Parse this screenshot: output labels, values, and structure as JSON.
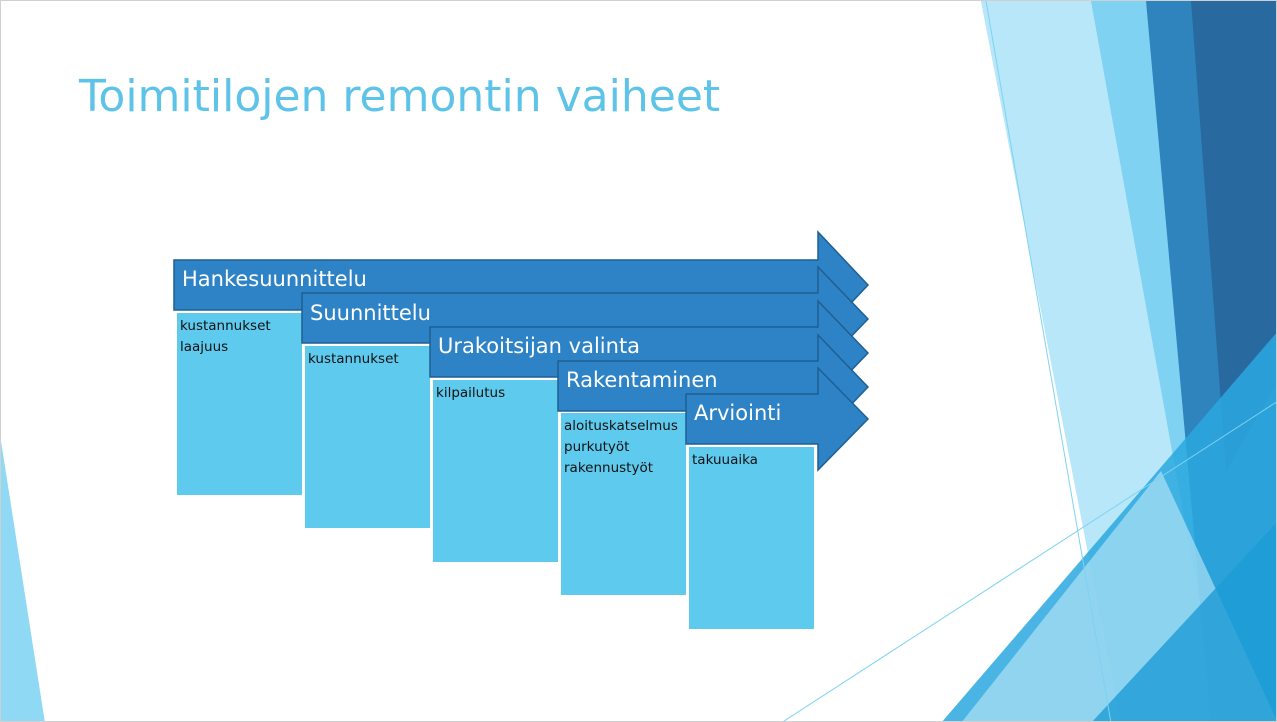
{
  "slide": {
    "title": "Toimitilojen remontin vaiheet"
  },
  "colors": {
    "title": "#5ec3e8",
    "arrow_fill": "#2e83c6",
    "arrow_stroke": "#1f5f92",
    "detail_box": "#5ecaee",
    "deco_dark": "#2a6ea3",
    "deco_mid": "#2fa6dd",
    "deco_light": "#7fd2f2"
  },
  "stages": [
    {
      "label": "Hankesuunnittelu",
      "items": [
        "kustannukset",
        "laajuus"
      ]
    },
    {
      "label": "Suunnittelu",
      "items": [
        "kustannukset"
      ]
    },
    {
      "label": "Urakoitsijan valinta",
      "items": [
        "kilpailutus"
      ]
    },
    {
      "label": "Rakentaminen",
      "items": [
        "aloituskatselmus",
        "purkutyöt",
        "rakennustyöt"
      ]
    },
    {
      "label": "Arviointi",
      "items": [
        "takuuaika"
      ]
    }
  ]
}
